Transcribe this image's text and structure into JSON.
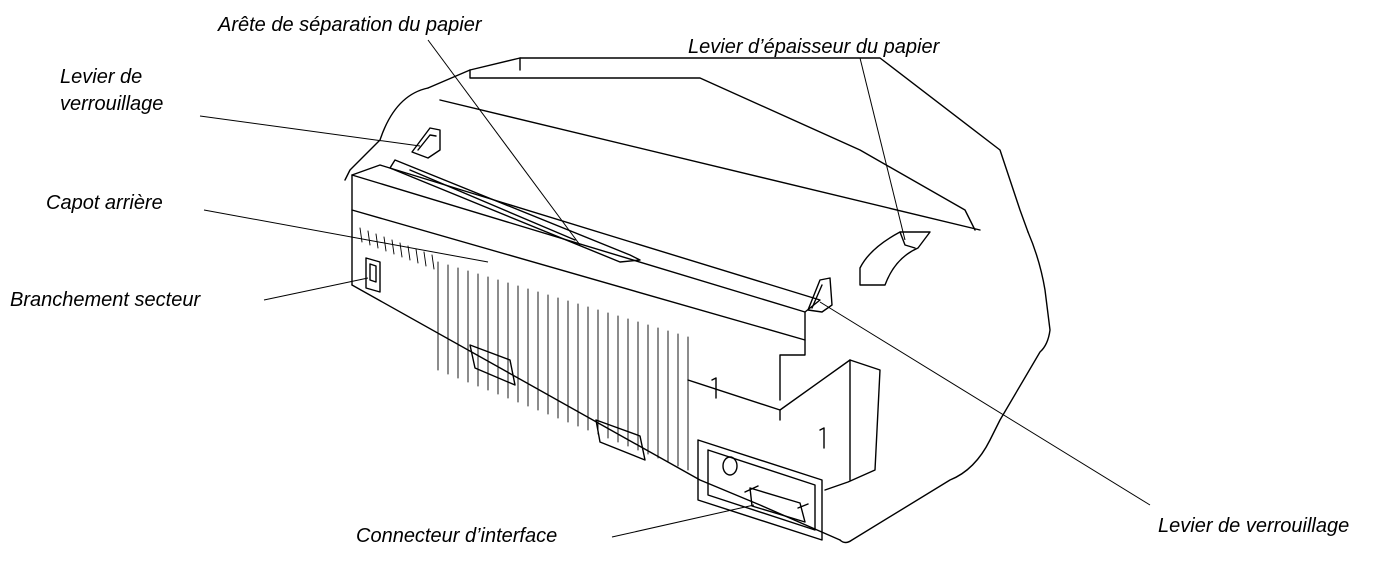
{
  "labels": {
    "separation_edge": "Arête de séparation du papier",
    "thickness_lever": "Levier d’épaisseur du papier",
    "lock_lever_left_line1": "Levier de",
    "lock_lever_left_line2": "verrouillage",
    "rear_cover": "Capot arrière",
    "power_connector": "Branchement secteur",
    "interface_connector": "Connecteur d’interface",
    "lock_lever_right": "Levier de verrouillage"
  },
  "colors": {
    "ink": "#000000",
    "background": "#ffffff"
  }
}
